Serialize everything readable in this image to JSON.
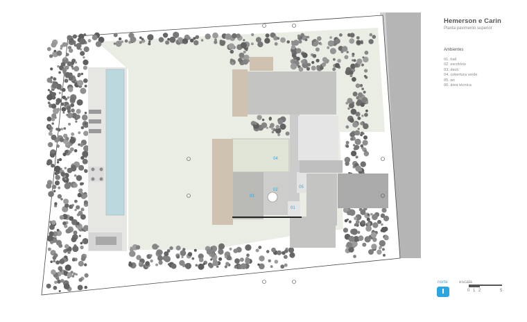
{
  "header": {
    "title": "Hemerson e Carin",
    "subtitle": "Planta pavimento superior"
  },
  "legend": {
    "title": "Ambientes",
    "items": [
      "01. hall",
      "02. escritório",
      "03. deck",
      "04. cobertura verde",
      "05. wc",
      "06. área técnica"
    ]
  },
  "rooms": {
    "r01": "01",
    "r02": "02",
    "r03": "03",
    "r04": "04",
    "r05": "05"
  },
  "north": {
    "label": "norte"
  },
  "scale": {
    "label": "escala",
    "ticks": [
      "0",
      "1",
      "2",
      "5"
    ]
  },
  "colors": {
    "accent": "#2aa7e0",
    "lawn": "#e9ede4",
    "street": "#b7b7b7",
    "pool": "#bcd8df",
    "wood": "#cfc2b0",
    "tree": "#7d7d7d"
  }
}
